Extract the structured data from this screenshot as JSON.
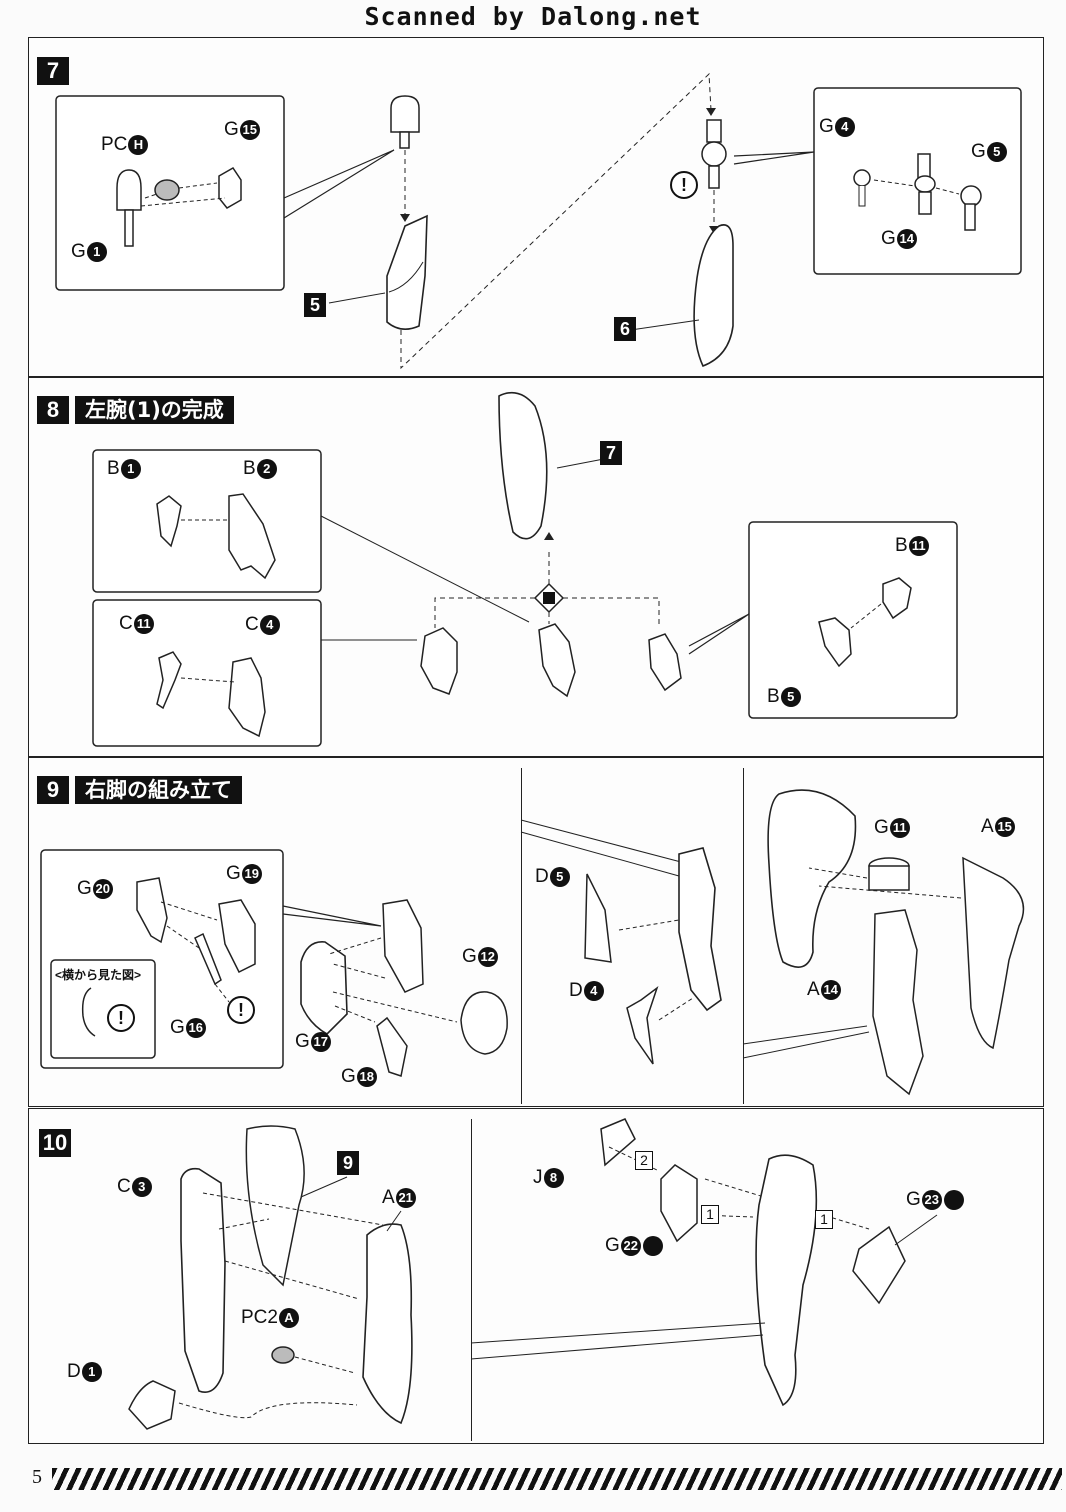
{
  "header": {
    "scan_credit": "Scanned by Dalong.net"
  },
  "page_number": "5",
  "steps": [
    {
      "number": "7",
      "title": "",
      "labels": {
        "pch": "PC",
        "pch_mark": "H",
        "g15": "G",
        "g15_mark": "15",
        "g1": "G",
        "g1_mark": "1",
        "g4": "G",
        "g4_mark": "4",
        "g5": "G",
        "g5_mark": "5",
        "g14": "G",
        "g14_mark": "14",
        "ref5": "5",
        "ref6": "6",
        "caution": "!"
      }
    },
    {
      "number": "8",
      "title": "左腕(1)の完成",
      "labels": {
        "b1": "B",
        "b1_mark": "1",
        "b2": "B",
        "b2_mark": "2",
        "c11": "C",
        "c11_mark": "11",
        "c4": "C",
        "c4_mark": "4",
        "b11": "B",
        "b11_mark": "11",
        "b5": "B",
        "b5_mark": "5",
        "ref7": "7"
      }
    },
    {
      "number": "9",
      "title": "右脚の組み立て",
      "side_view_caption": "<横から見た図>",
      "labels": {
        "g20": "G",
        "g20_mark": "20",
        "g19": "G",
        "g19_mark": "19",
        "g16": "G",
        "g16_mark": "16",
        "g12": "G",
        "g12_mark": "12",
        "g17": "G",
        "g17_mark": "17",
        "g18": "G",
        "g18_mark": "18",
        "d5": "D",
        "d5_mark": "5",
        "d4": "D",
        "d4_mark": "4",
        "g11": "G",
        "g11_mark": "11",
        "a15": "A",
        "a15_mark": "15",
        "a14": "A",
        "a14_mark": "14",
        "caution": "!"
      }
    },
    {
      "number": "10",
      "title": "",
      "labels": {
        "c3": "C",
        "c3_mark": "3",
        "ref9": "9",
        "a21": "A",
        "a21_mark": "21",
        "pc2a": "PC2",
        "pc2a_mark": "A",
        "d1": "D",
        "d1_mark": "1",
        "j8": "J",
        "j8_mark": "8",
        "g22": "G",
        "g22_mark": "22",
        "g23": "G",
        "g23_mark": "23",
        "order1a": "1",
        "order1b": "1",
        "order2": "2"
      }
    }
  ],
  "colors": {
    "ink": "#111111",
    "paper": "#fbfbfb"
  }
}
